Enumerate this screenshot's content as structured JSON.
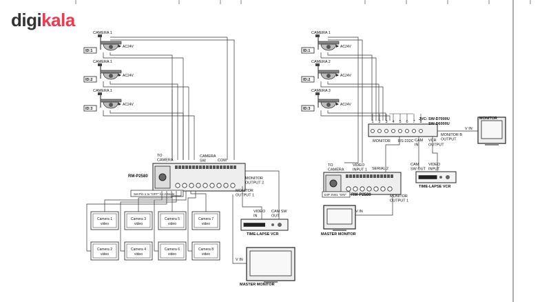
{
  "logo": {
    "part1": "digi",
    "part2": "kala"
  },
  "left": {
    "cameras": [
      {
        "label": "CAMERA 1",
        "id": "ID:1",
        "power": "AC24V"
      },
      {
        "label": "CAMERA 1",
        "id": "ID:2",
        "power": "AC24V"
      },
      {
        "label": "CAMERA 1",
        "id": "ID:3",
        "power": "AC24V"
      }
    ],
    "to_camera": "TO\nCAMERA",
    "camera_sw": "CAMERA\nSW",
    "com": "COM",
    "controller": "RM-P2580",
    "pin_note": "Set Pin 1 to \"OFF\" for A Mode",
    "monitor_output_2": "MONITOR\nOUTPUT 2",
    "monitor_output_1": "MONITOR\nOUTPUT 1",
    "video_in": "VIDEO\nIN",
    "cam_sw_out": "CAM SW\nOUT",
    "vcr": "TIME-LAPSE VCR",
    "v_in": "V IN",
    "master_monitor": "MASTER MONITOR",
    "video_boxes_top": [
      {
        "name": "Camera 1",
        "sub": "video"
      },
      {
        "name": "Camera 3",
        "sub": "video"
      },
      {
        "name": "Camera 5",
        "sub": "video"
      },
      {
        "name": "Camera 7",
        "sub": "video"
      }
    ],
    "video_boxes_bottom": [
      {
        "name": "Camera 2",
        "sub": "video"
      },
      {
        "name": "Camera 4",
        "sub": "video"
      },
      {
        "name": "Camera 6",
        "sub": "video"
      },
      {
        "name": "Camera 8",
        "sub": "video"
      }
    ]
  },
  "right": {
    "cameras": [
      {
        "label": "CAMERA 1",
        "id": "ID:1",
        "power": "AC24V"
      },
      {
        "label": "CAMERA 2",
        "id": "ID:2",
        "power": "AC24V"
      },
      {
        "label": "CAMERA 3",
        "id": "ID:3",
        "power": "AC24V"
      }
    ],
    "port_numbers": [
      "1",
      "2",
      "3",
      "4",
      "5",
      "6",
      "7",
      "8"
    ],
    "jvc_1": "JVC: SW-D7000U",
    "jvc_2": "SW-D6000U",
    "monitor": "MONITOR",
    "monitor_top": "MONITOR",
    "monitor_b_output": "MONITOR B\nOUTPUT",
    "v_in_top": "V IN",
    "rs232c": "RS-232C",
    "cam_in": "CAM\nIN",
    "vcr_output": "VCR\nOUTPUT",
    "to_camera": "TO\nCAMERA",
    "video_input_1": "VIDEO\nINPUT 1",
    "serial_2": "SERIAL 2",
    "cam_sw_out": "CAM\nSW OUT",
    "video_input": "VIDEO\nINPUT",
    "controller": "RM-P2580",
    "dip_note": "DIP SW1 \"ON\"",
    "monitor_output_1": "MONITOR\nOUTPUT 1",
    "vcr": "TIME-LAPSE VCR",
    "v_in": "V IN",
    "master_monitor": "MASTER MONITOR"
  }
}
